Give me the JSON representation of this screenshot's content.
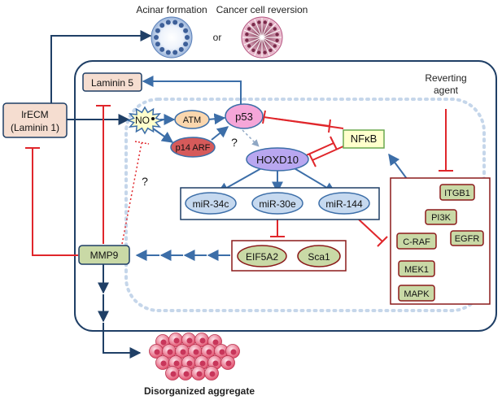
{
  "labels": {
    "acinar": "Acinar formation",
    "or": "or",
    "cancer_reversion": "Cancer cell reversion",
    "reverting_agent_line1": "Reverting",
    "reverting_agent_line2": "agent",
    "irecm_line1": "lrECM",
    "irecm_line2": "(Laminin 1)",
    "laminin5": "Laminin 5",
    "no": "NO",
    "atm": "ATM",
    "p14arf": "p14 ARF",
    "p53": "p53",
    "nfkb": "NFκB",
    "hoxd10": "HOXD10",
    "question_1": "?",
    "question_2": "?",
    "mir34c": "miR-34c",
    "mir30e": "miR-30e",
    "mir144": "miR-144",
    "eif5a2": "EIF5A2",
    "sca1": "Sca1",
    "mmp9": "MMP9",
    "itgb1": "ITGB1",
    "pi3k": "PI3K",
    "egfr": "EGFR",
    "craf": "C-RAF",
    "mek1": "MEK1",
    "mapk": "MAPK",
    "disorganized": "Disorganized aggregate"
  },
  "colors": {
    "activation": "#3c6ea8",
    "inhibition": "#e0262b",
    "cell_border": "#1f3f66",
    "nucleus_border": "#c5d6ea",
    "laminin_fill": "#f5ddd0",
    "atm_fill": "#fbd7ae",
    "p14_fill": "#d65a5a",
    "p53_fill": "#f5a6d8",
    "hoxd10_fill": "#b9a7f0",
    "mir_fill": "#c6d9ef",
    "nfkb_fill": "#ffffcc",
    "green_fill": "#c9d9a6",
    "dark_red_border": "#8b1a1a"
  }
}
